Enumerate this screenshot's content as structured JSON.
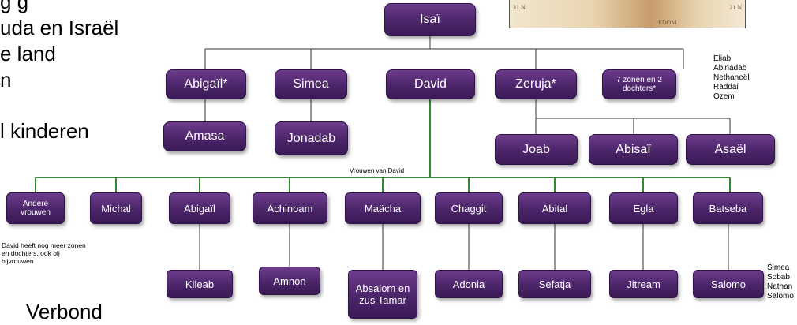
{
  "background_text": {
    "line1": "g g",
    "line2": "uda en Israël",
    "line3": "e land",
    "line4": "n",
    "line5": "l kinderen",
    "line6": "Verbond"
  },
  "map": {
    "label_main": "EDOM",
    "label_left": "31 N",
    "label_right": "31 N"
  },
  "tree": {
    "root": "Isaï",
    "children": [
      "Abigaïl*",
      "Simea",
      "David",
      "Zeruja*",
      "7 zonen en 2 dochters*"
    ],
    "abigail_child": "Amasa",
    "simea_child": "Jonadab",
    "zeruja_children": [
      "Joab",
      "Abisaï",
      "Asaël"
    ],
    "sons_list": [
      "Eliab",
      "Abinadab",
      "Nethaneël",
      "Raddai",
      "Ozem"
    ],
    "wives_label": "Vrouwen van David",
    "wives": [
      "Andere vrouwen",
      "Michal",
      "Abigaïl",
      "Achinoam",
      "Maächa",
      "Chaggit",
      "Abital",
      "Egla",
      "Batseba"
    ],
    "other_note": "David heeft nog meer zonen en dochters, ook bij bijvrouwen",
    "sons_of_wives": [
      "Kileab",
      "Amnon",
      "Absalom en zus Tamar",
      "Adonia",
      "Sefatja",
      "Jitream",
      "Salomo"
    ],
    "batseba_sons": [
      "Simea",
      "Sobab",
      "Nathan",
      "Salomo"
    ]
  }
}
